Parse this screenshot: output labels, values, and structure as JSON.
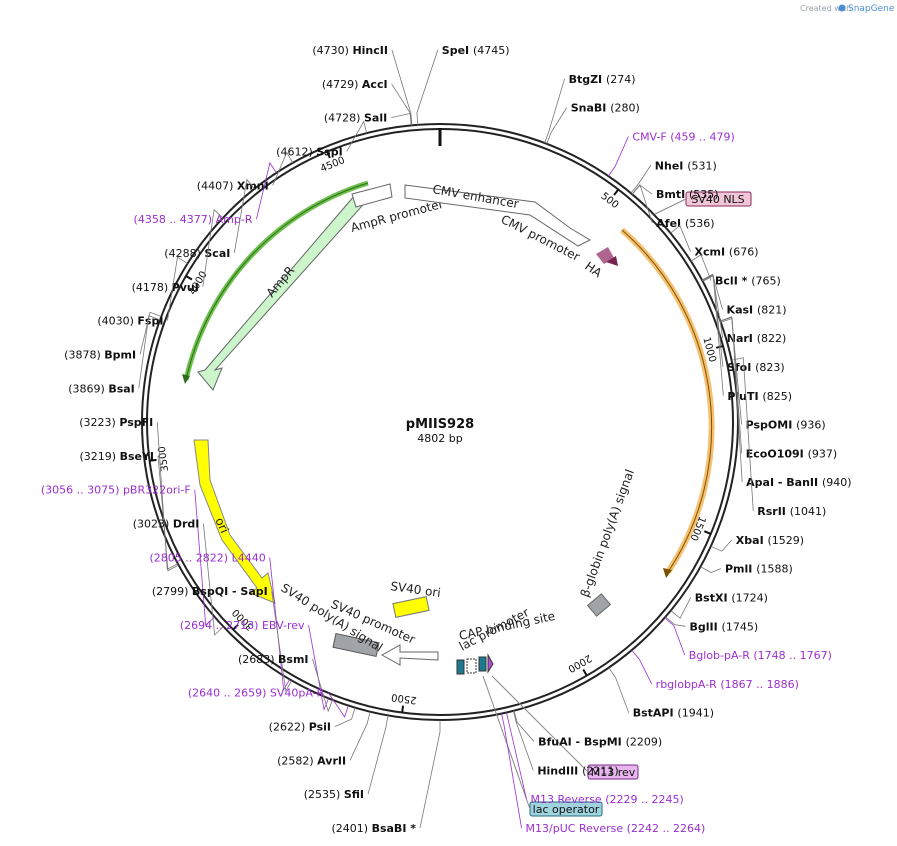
{
  "credit": {
    "prefix": "Created with",
    "brand": "SnapGene"
  },
  "plasmid": {
    "name": "pMIIS928",
    "size": "4802 bp"
  },
  "ticks": [
    "500",
    "1000",
    "1500",
    "2000",
    "2500",
    "3000",
    "3500",
    "4000",
    "4500"
  ],
  "sites_right": [
    {
      "name": "SpeI",
      "pos": "(4745)"
    },
    {
      "name": "BtgZI",
      "pos": "(274)"
    },
    {
      "name": "SnaBI",
      "pos": "(280)"
    },
    {
      "name": "CMV-F",
      "pos": "(459 .. 479)",
      "primer": true
    },
    {
      "name": "NheI",
      "pos": "(531)"
    },
    {
      "name": "BmtI",
      "pos": "(535)"
    },
    {
      "name": "AfeI",
      "pos": "(536)"
    },
    {
      "name": "XcmI",
      "pos": "(676)"
    },
    {
      "name": "BclI *",
      "pos": "(765)"
    },
    {
      "name": "KasI",
      "pos": "(821)"
    },
    {
      "name": "NarI",
      "pos": "(822)"
    },
    {
      "name": "SfoI",
      "pos": "(823)"
    },
    {
      "name": "PluTI",
      "pos": "(825)"
    },
    {
      "name": "PspOMI",
      "pos": "(936)"
    },
    {
      "name": "EcoO109I",
      "pos": "(937)"
    },
    {
      "name": "ApaI  - BanII",
      "pos": "(940)"
    },
    {
      "name": "RsrII",
      "pos": "(1041)"
    },
    {
      "name": "XbaI",
      "pos": "(1529)"
    },
    {
      "name": "PmlI",
      "pos": "(1588)"
    },
    {
      "name": "BstXI",
      "pos": "(1724)"
    },
    {
      "name": "BglII",
      "pos": "(1745)"
    },
    {
      "name": "Bglob-pA-R",
      "pos": "(1748 .. 1767)",
      "primer": true
    },
    {
      "name": "rbglobpA-R",
      "pos": "(1867 .. 1886)",
      "primer": true
    },
    {
      "name": "BstAPI",
      "pos": "(1941)"
    },
    {
      "name": "BfuAI  - BspMI",
      "pos": "(2209)"
    },
    {
      "name": "HindIII",
      "pos": "(2211)"
    },
    {
      "name": "M13 Reverse",
      "pos": "(2229 .. 2245)",
      "primer": true
    },
    {
      "name": "M13/pUC Reverse",
      "pos": "(2242 .. 2264)",
      "primer": true
    }
  ],
  "sites_left": [
    {
      "name": "HincII",
      "pos": "(4730)"
    },
    {
      "name": "AccI",
      "pos": "(4729)"
    },
    {
      "name": "SalI",
      "pos": "(4728)"
    },
    {
      "name": "SspI",
      "pos": "(4612)"
    },
    {
      "name": "XmnI",
      "pos": "(4407)"
    },
    {
      "name": "Amp-R",
      "pos": "(4358 .. 4377)",
      "primer": true
    },
    {
      "name": "ScaI",
      "pos": "(4288)"
    },
    {
      "name": "PvuI",
      "pos": "(4178)"
    },
    {
      "name": "FspI",
      "pos": "(4030)"
    },
    {
      "name": "BpmI",
      "pos": "(3878)"
    },
    {
      "name": "BsaI",
      "pos": "(3869)"
    },
    {
      "name": "PspFI",
      "pos": "(3223)"
    },
    {
      "name": "BseYI",
      "pos": "(3219)"
    },
    {
      "name": "pBR322ori-F",
      "pos": "(3056 .. 3075)",
      "primer": true
    },
    {
      "name": "DrdI",
      "pos": "(3023)"
    },
    {
      "name": "L4440",
      "pos": "(2805 .. 2822)",
      "primer": true
    },
    {
      "name": "BspQI  - SapI",
      "pos": "(2799)"
    },
    {
      "name": "EBV-rev",
      "pos": "(2694 .. 2713)",
      "primer": true
    },
    {
      "name": "BsmI",
      "pos": "(2683)"
    },
    {
      "name": "SV40pA-R",
      "pos": "(2640 .. 2659)",
      "primer": true
    },
    {
      "name": "PsiI",
      "pos": "(2622)"
    },
    {
      "name": "AvrII",
      "pos": "(2582)"
    },
    {
      "name": "SfiI",
      "pos": "(2535)"
    },
    {
      "name": "BsaBI *",
      "pos": "(2401)"
    }
  ],
  "features": {
    "cmv_enhancer": "CMV enhancer",
    "cmv_promoter": "CMV promoter",
    "ampr_promoter": "AmpR promoter",
    "ampr": "AmpR",
    "ha": "HA",
    "sv40_nls": "SV40 NLS",
    "beta_globin": "β-globin poly(A) signal",
    "ori": "ori",
    "sv40_ori": "SV40 ori",
    "sv40_promoter": "SV40 promoter",
    "sv40_polya": "SV40 poly(A) signal",
    "cap_site": "CAP binding site",
    "lac_promoter": "lac promoter",
    "m13_rev": "M13 rev",
    "lac_operator": "lac operator"
  },
  "colors": {
    "backbone": "#222222",
    "primer": "#9b2fd0",
    "ampr": "#ccf5cc",
    "ampr_stroke": "#3a7d2a",
    "ori": "#ffff00",
    "orange": "#f5a623",
    "promoter": "#ffffff",
    "polya": "#a0a4a8",
    "nls_box": "#f2c6d9",
    "m13_box": "#e8b6ee",
    "lacop_box": "#9fd3de"
  }
}
